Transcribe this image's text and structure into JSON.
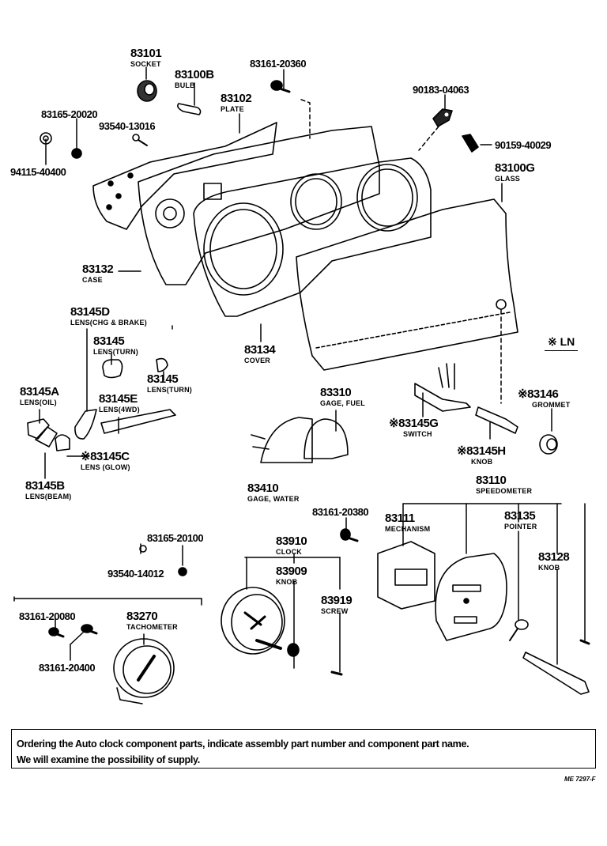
{
  "diagram": {
    "title": "Instrument cluster exploded parts diagram",
    "parts": [
      {
        "id": "p83101",
        "number": "83101",
        "name": "SOCKET"
      },
      {
        "id": "p83100B",
        "number": "83100B",
        "name": "BULB"
      },
      {
        "id": "p83161_20360",
        "number": "83161-20360",
        "name": ""
      },
      {
        "id": "p90183_04063",
        "number": "90183-04063",
        "name": ""
      },
      {
        "id": "p83165_20020",
        "number": "83165-20020",
        "name": ""
      },
      {
        "id": "p83102",
        "number": "83102",
        "name": "PLATE"
      },
      {
        "id": "p93540_13016",
        "number": "93540-13016",
        "name": ""
      },
      {
        "id": "p94115_40400",
        "number": "94115-40400",
        "name": ""
      },
      {
        "id": "p90159_40029",
        "number": "90159-40029",
        "name": ""
      },
      {
        "id": "p83100G",
        "number": "83100G",
        "name": "GLASS"
      },
      {
        "id": "p83132",
        "number": "83132",
        "name": "CASE"
      },
      {
        "id": "p83145D",
        "number": "83145D",
        "name": "LENS(CHG & BRAKE)"
      },
      {
        "id": "p83145_a",
        "number": "83145",
        "name": "LENS(TURN)"
      },
      {
        "id": "p83145_b",
        "number": "83145",
        "name": "LENS(TURN)"
      },
      {
        "id": "p83134",
        "number": "83134",
        "name": "COVER"
      },
      {
        "id": "p83145A",
        "number": "83145A",
        "name": "LENS(OIL)"
      },
      {
        "id": "p83145E",
        "number": "83145E",
        "name": "LENS(4WD)"
      },
      {
        "id": "p83145C",
        "number": "※83145C",
        "name": "LENS (GLOW)"
      },
      {
        "id": "p83145B",
        "number": "83145B",
        "name": "LENS(BEAM)"
      },
      {
        "id": "p83310",
        "number": "83310",
        "name": "GAGE, FUEL"
      },
      {
        "id": "p83145G",
        "number": "※83145G",
        "name": "SWITCH"
      },
      {
        "id": "p83145H",
        "number": "※83145H",
        "name": "KNOB"
      },
      {
        "id": "p83146",
        "number": "※83146",
        "name": "GROMMET"
      },
      {
        "id": "p83410",
        "number": "83410",
        "name": "GAGE, WATER"
      },
      {
        "id": "p83110",
        "number": "83110",
        "name": "SPEEDOMETER"
      },
      {
        "id": "p83161_20380",
        "number": "83161-20380",
        "name": ""
      },
      {
        "id": "p83111",
        "number": "83111",
        "name": "MECHANISM"
      },
      {
        "id": "p83135",
        "number": "83135",
        "name": "POINTER"
      },
      {
        "id": "p83165_20100",
        "number": "83165-20100",
        "name": ""
      },
      {
        "id": "p83910",
        "number": "83910",
        "name": "CLOCK"
      },
      {
        "id": "p83128",
        "number": "83128",
        "name": "KNOB"
      },
      {
        "id": "p93540_14012",
        "number": "93540-14012",
        "name": ""
      },
      {
        "id": "p83909",
        "number": "83909",
        "name": "KNOB"
      },
      {
        "id": "p83919",
        "number": "83919",
        "name": "SCREW"
      },
      {
        "id": "p83161_20080",
        "number": "83161-20080",
        "name": ""
      },
      {
        "id": "p83270",
        "number": "83270",
        "name": "TACHOMETER"
      },
      {
        "id": "p83161_20400",
        "number": "83161-20400",
        "name": ""
      }
    ],
    "legend_mark": "※ LN",
    "note": {
      "line1": "Ordering the Auto clock component parts, indicate assembly part number and component part name.",
      "line2": "We will examine the possibility of supply."
    },
    "figure_code": "ME 7297-F"
  }
}
